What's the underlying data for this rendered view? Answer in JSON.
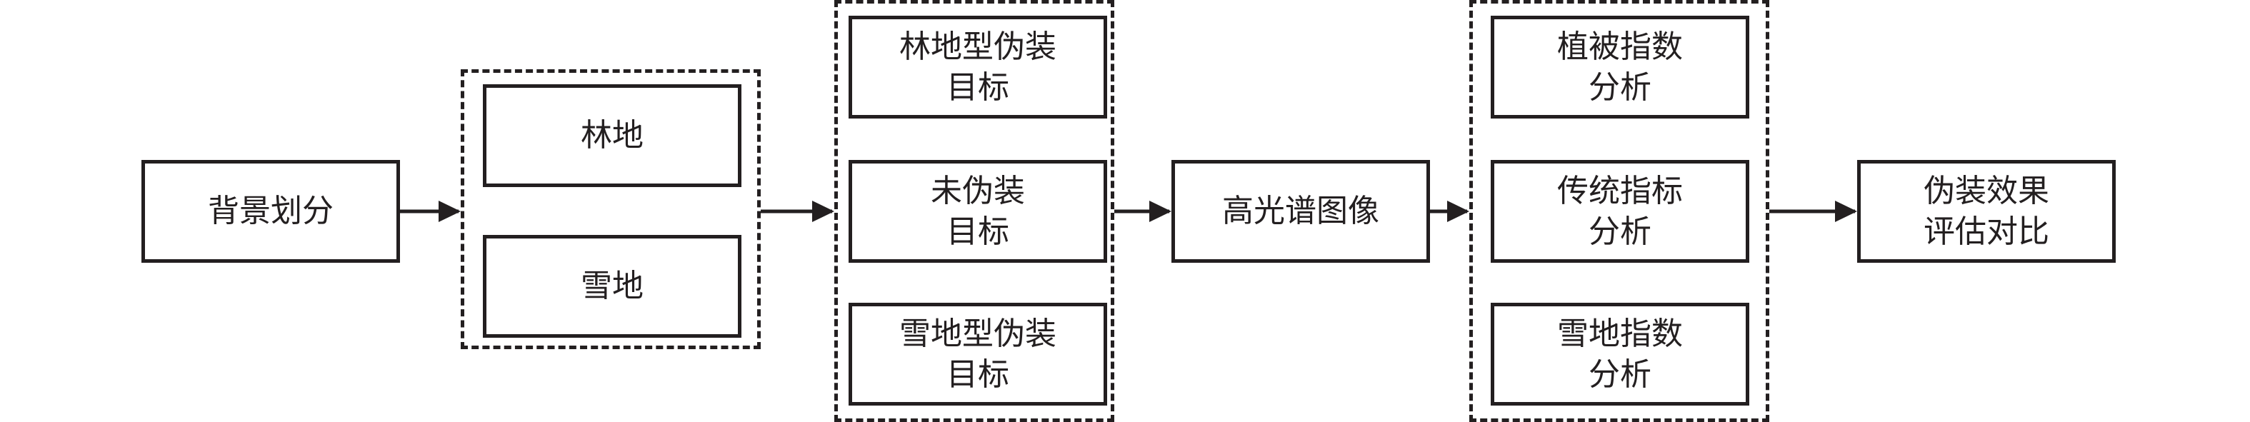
{
  "nodes": {
    "background_division": "背景划分",
    "forest": "林地",
    "snow": "雪地",
    "forest_camouflage_target": "林地型伪装\n目标",
    "uncamouflaged_target": "未伪装\n目标",
    "snow_camouflage_target": "雪地型伪装\n目标",
    "hyperspectral_image": "高光谱图像",
    "vegetation_index_analysis": "植被指数\n分析",
    "traditional_index_analysis": "传统指标\n分析",
    "snow_index_analysis": "雪地指数\n分析",
    "camouflage_effect_evaluation": "伪装效果\n评估对比"
  },
  "colors": {
    "stroke": "#231f20",
    "background": "#ffffff"
  }
}
